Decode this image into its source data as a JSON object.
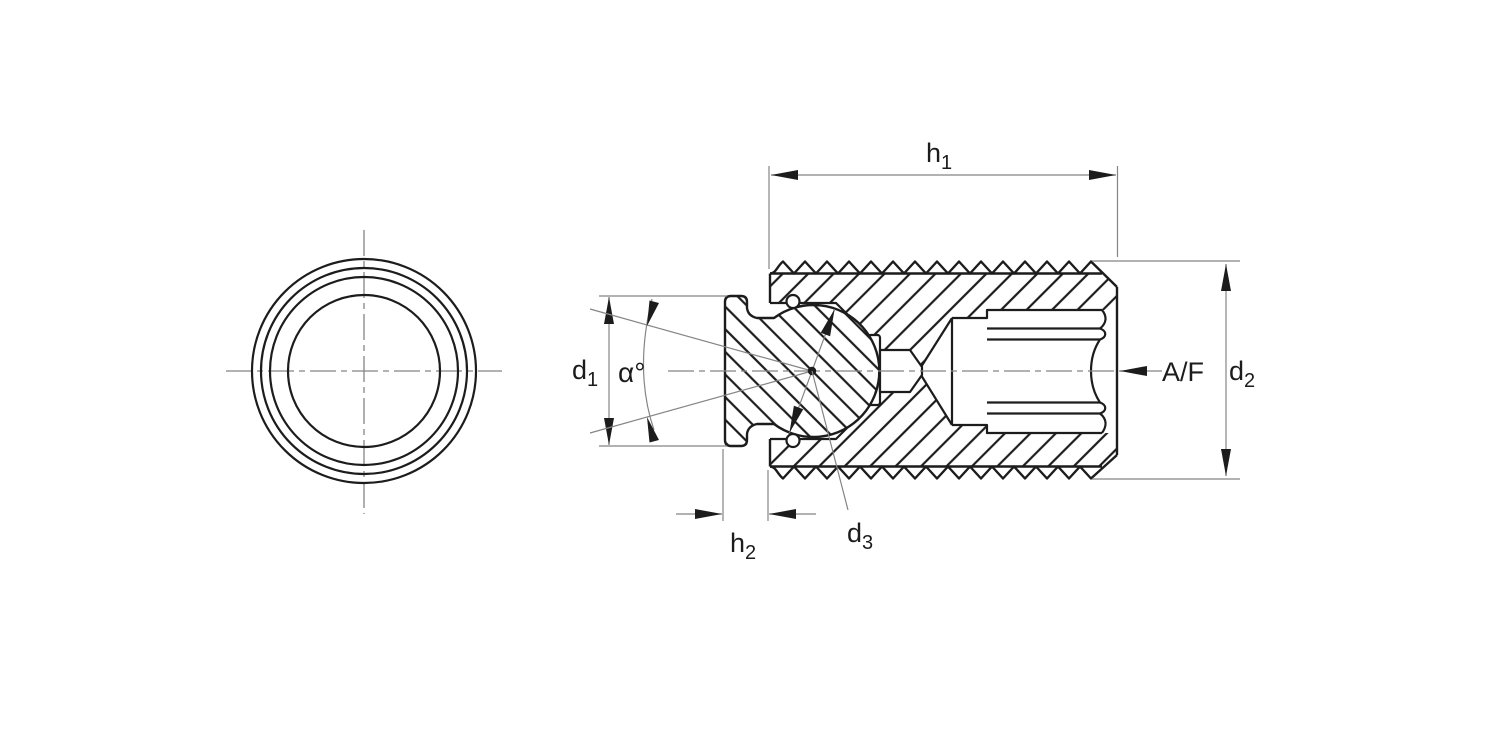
{
  "drawing": {
    "type": "technical-section-drawing",
    "views": [
      "front-view",
      "side-section-view"
    ]
  },
  "annotations": {
    "h1": {
      "base": "h",
      "sub": "1"
    },
    "d1": {
      "base": "d",
      "sub": "1"
    },
    "d2": {
      "base": "d",
      "sub": "2"
    },
    "d3": {
      "base": "d",
      "sub": "3"
    },
    "h2": {
      "base": "h",
      "sub": "2"
    },
    "alpha": "α°",
    "af": "A/F"
  },
  "colors": {
    "outline": "#1c1c1c",
    "construction": "#858585",
    "background": "#ffffff",
    "hatch": "#1c1c1c"
  }
}
